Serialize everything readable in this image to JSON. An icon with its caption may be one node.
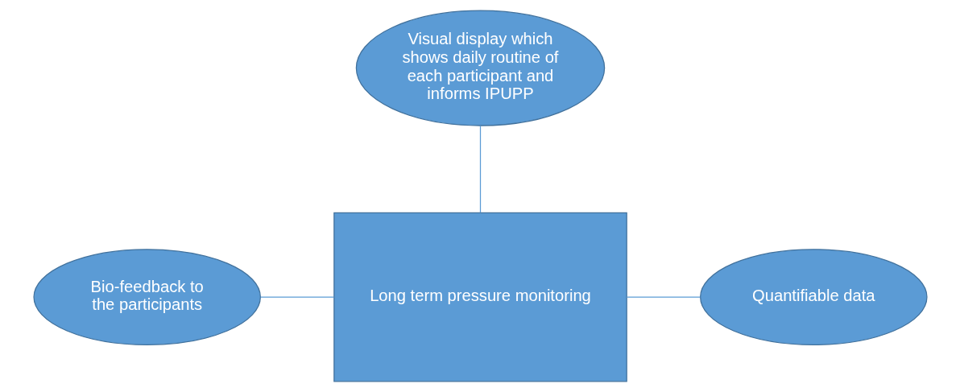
{
  "diagram": {
    "nodes": [
      {
        "text": [
          "Visual display which shows daily routine of each participant and informs IPUPP"
        ]
      },
      {
        "text": [
          "Long term pressure monitoring"
        ]
      },
      {
        "text": [
          "Bio-feedback to the participants"
        ]
      },
      {
        "text": [
          "Quantifiable data"
        ]
      }
    ],
    "edges": [
      {
        "from": 0,
        "to": 1,
        "arrow": "none"
      },
      {
        "from": 2,
        "to": 1,
        "arrow": "none"
      },
      {
        "from": 1,
        "to": 3,
        "arrow": "none"
      }
    ]
  }
}
